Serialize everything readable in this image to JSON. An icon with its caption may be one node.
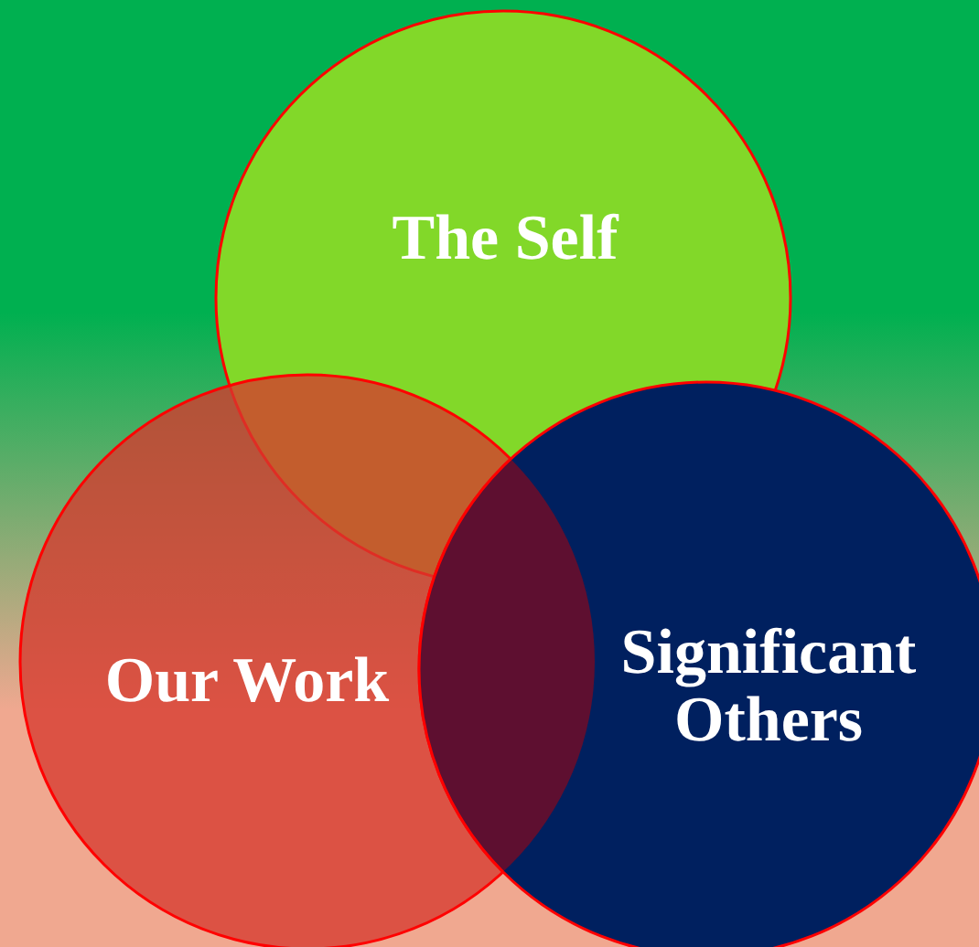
{
  "diagram": {
    "nodes": [
      {
        "text": [
          "The Self"
        ]
      },
      {
        "text": [
          "Our Work"
        ]
      },
      {
        "text": [
          "Significant Others"
        ]
      }
    ]
  }
}
